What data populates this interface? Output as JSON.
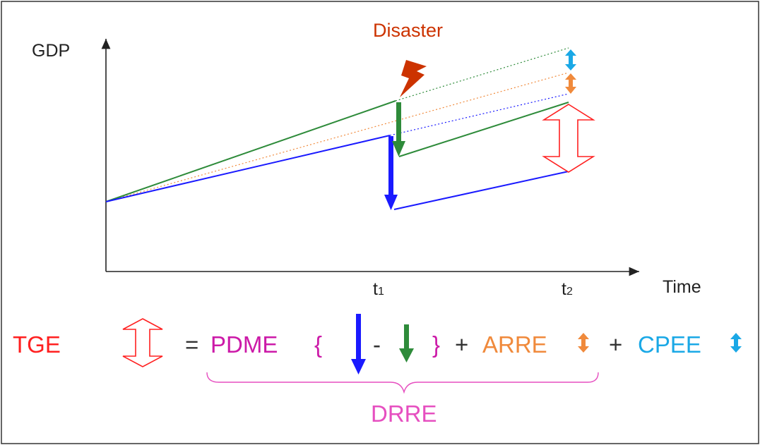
{
  "axis": {
    "y_label": "GDP",
    "x_label": "Time",
    "t1": "t",
    "t1_sub": "1",
    "t2": "t",
    "t2_sub": "2"
  },
  "event_label": "Disaster",
  "equation": {
    "tge": "TGE",
    "equals": "=",
    "pdme": "PDME",
    "brace_open": "{",
    "minus": "-",
    "brace_close": "}",
    "plus1": "+",
    "arre": "ARRE",
    "plus2": "+",
    "cpee": "CPEE",
    "drre": "DRRE"
  },
  "colors": {
    "green": "#2e8b3a",
    "blue": "#1a1aff",
    "orange": "#f08a3c",
    "red": "#ff2020",
    "magenta": "#cc1aa8",
    "cyan": "#1aa8e6",
    "pink": "#e64fc0",
    "disaster": "#cc3300"
  }
}
